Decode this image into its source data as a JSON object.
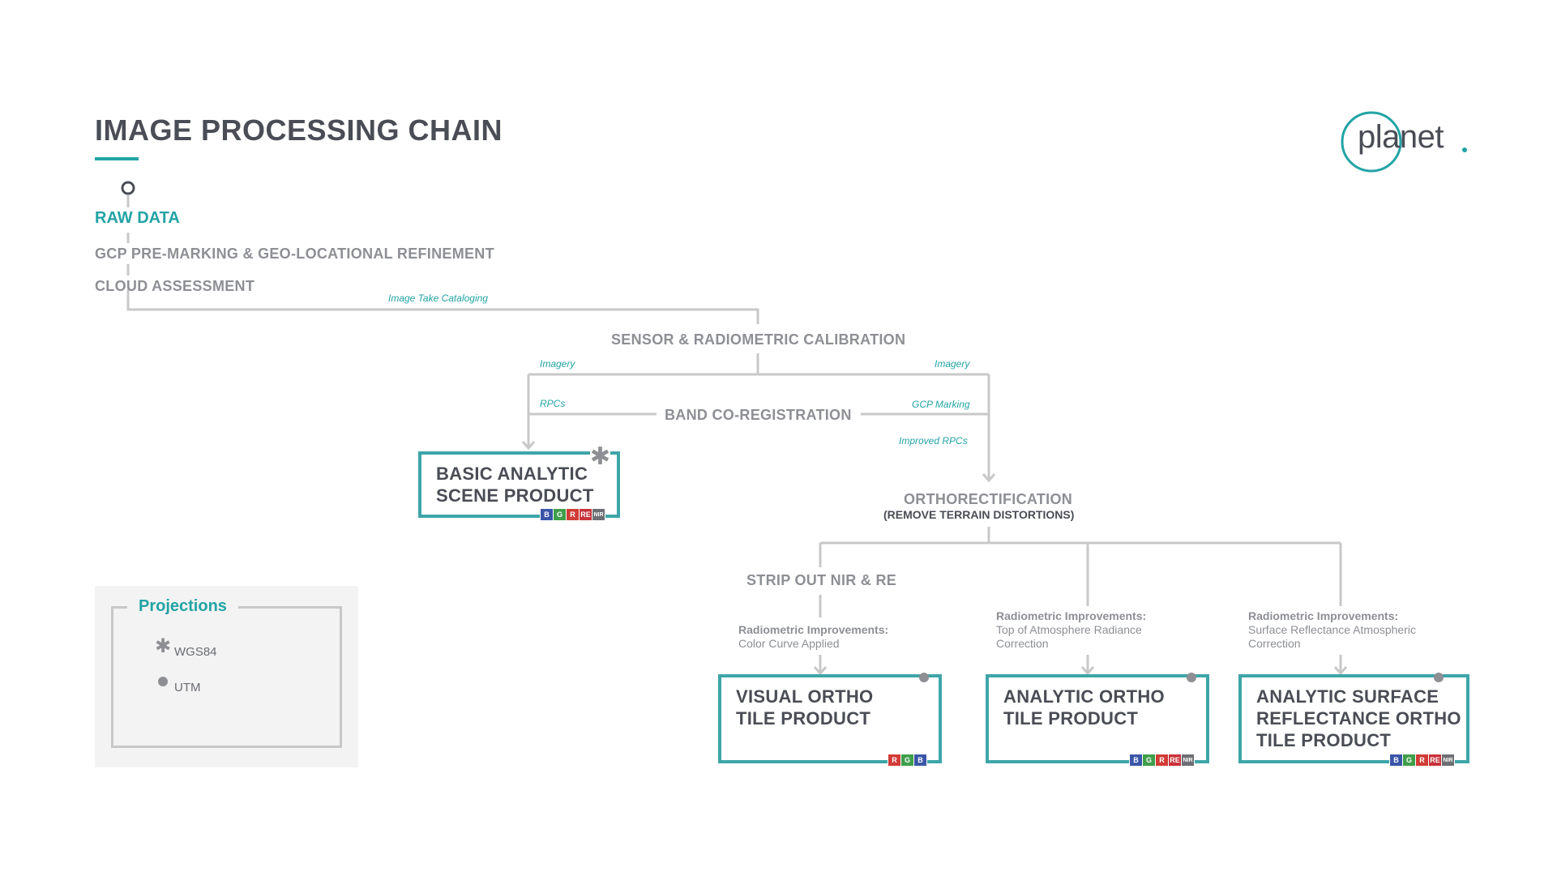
{
  "title": "IMAGE PROCESSING CHAIN",
  "logo_text": "planet",
  "steps": {
    "raw": "RAW DATA",
    "gcp": "GCP PRE-MARKING & GEO-LOCATIONAL REFINEMENT",
    "cloud": "CLOUD ASSESSMENT",
    "sensor": "SENSOR & RADIOMETRIC CALIBRATION",
    "band": "BAND CO-REGISTRATION",
    "ortho": "ORTHORECTIFICATION",
    "ortho_sub": "(REMOVE TERRAIN DISTORTIONS)",
    "strip": "STRIP OUT NIR & RE"
  },
  "edge_labels": {
    "catalog": "Image Take Cataloging",
    "imagery_left": "Imagery",
    "imagery_right": "Imagery",
    "rpcs": "RPCs",
    "gcp_marking": "GCP Marking",
    "improved_rpcs": "Improved RPCs"
  },
  "notes": {
    "visual": {
      "head": "Radiometric Improvements:",
      "line1": "Color Curve Applied",
      "line2": ""
    },
    "analytic": {
      "head": "Radiometric Improvements:",
      "line1": "Top of Atmosphere Radiance",
      "line2": "Correction"
    },
    "surface": {
      "head": "Radiometric Improvements:",
      "line1": "Surface Reflectance Atmospheric",
      "line2": "Correction"
    }
  },
  "products": {
    "basic": {
      "line1": "BASIC ANALYTIC",
      "line2": "SCENE PRODUCT",
      "line3": "",
      "bands": [
        "B",
        "G",
        "R",
        "RE",
        "NIR"
      ]
    },
    "visual": {
      "line1": "VISUAL ORTHO",
      "line2": "TILE PRODUCT",
      "line3": "",
      "bands": [
        "R",
        "G",
        "B"
      ]
    },
    "analytic": {
      "line1": "ANALYTIC ORTHO",
      "line2": "TILE PRODUCT",
      "line3": "",
      "bands": [
        "B",
        "G",
        "R",
        "RE",
        "NIR"
      ]
    },
    "surface": {
      "line1": "ANALYTIC SURFACE",
      "line2": "REFLECTANCE ORTHO",
      "line3": "TILE PRODUCT",
      "bands": [
        "B",
        "G",
        "R",
        "RE",
        "NIR"
      ]
    }
  },
  "band_colors": {
    "B": "#3b56a8",
    "G": "#3f9e4a",
    "R": "#d13c36",
    "RE": "#c8323a",
    "NIR": "#6d6f74"
  },
  "legend": {
    "title": "Projections",
    "wgs84": "WGS84",
    "utm": "UTM"
  },
  "colors": {
    "accent": "#22a3a5",
    "line": "#c8c8c8",
    "text_dark": "#4a4d55",
    "text_grey": "#8d8f94"
  }
}
